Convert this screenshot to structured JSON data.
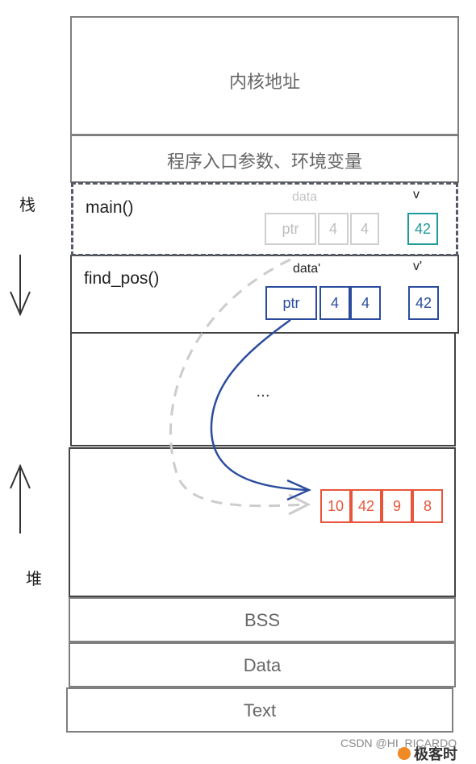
{
  "segments": {
    "kernel": "内核地址",
    "args_env": "程序入口参数、环境变量",
    "ellipsis": "...",
    "bss": "BSS",
    "data": "Data",
    "text": "Text"
  },
  "side_labels": {
    "stack": "栈",
    "heap": "堆"
  },
  "main_frame": {
    "name": "main()",
    "data_label": "data",
    "v_label": "v",
    "data_cells": [
      "ptr",
      "4",
      "4"
    ],
    "v_value": "42"
  },
  "find_pos_frame": {
    "name": "find_pos()",
    "data_label": "data'",
    "v_label": "v'",
    "data_cells": [
      "ptr",
      "4",
      "4"
    ],
    "v_value": "42"
  },
  "heap_array": [
    "10",
    "42",
    "9",
    "8"
  ],
  "watermark": {
    "text": "CSDN @HI_RICARDO",
    "brand": "极客时"
  },
  "colors": {
    "border": "#7f7f7f",
    "dashed_frame": "#555a66",
    "gray": "#cfcfcf",
    "blue": "#2b4c9e",
    "teal": "#1f9a9a",
    "red": "#e8553a"
  }
}
